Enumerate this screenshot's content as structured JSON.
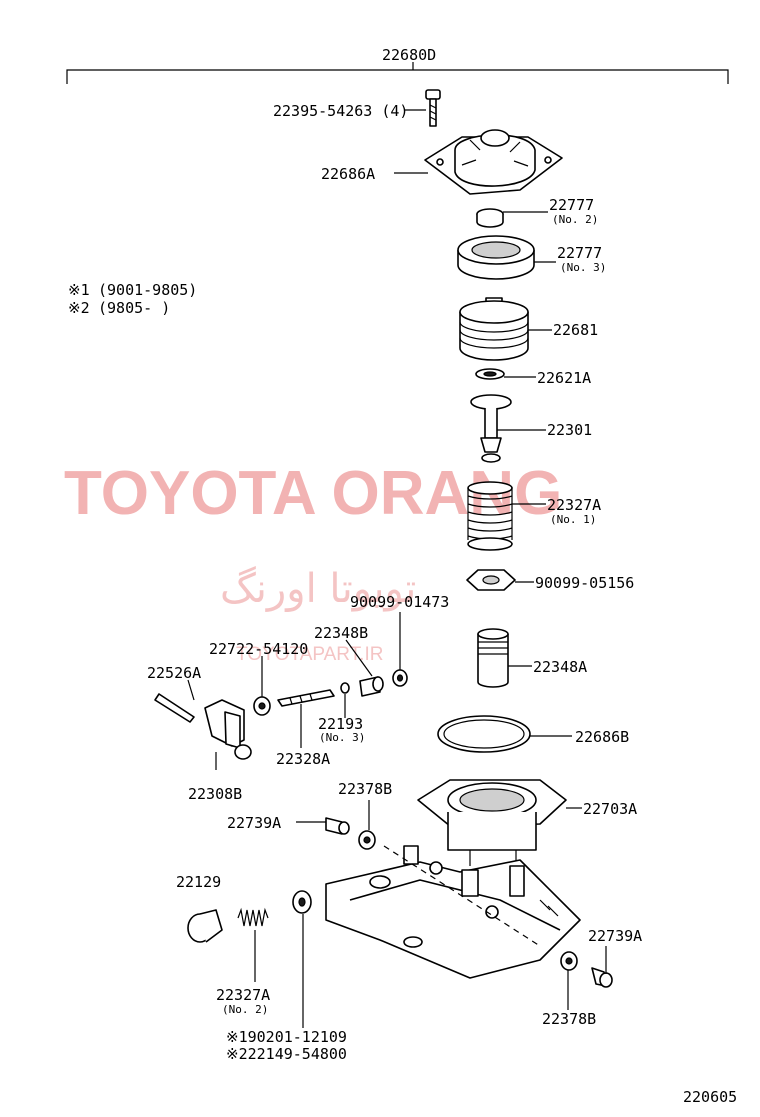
{
  "assembly": {
    "number": "22680D"
  },
  "legend": [
    {
      "mark": "※1",
      "range": "(9001-9805)"
    },
    {
      "mark": "※2",
      "range": "(9805-       )"
    }
  ],
  "watermark": {
    "latin": "TOYOTA ORANG",
    "arabic": "تويوتا اورنگ",
    "url": "TOYOTAPART.IR"
  },
  "parts": [
    {
      "id": "p-22395",
      "label": "22395-54263 (4)",
      "note": ""
    },
    {
      "id": "p-22686A",
      "label": "22686A",
      "note": ""
    },
    {
      "id": "p-22777-no2",
      "label": "22777",
      "note": "(No. 2)"
    },
    {
      "id": "p-22777-no3",
      "label": "22777",
      "note": "(No. 3)"
    },
    {
      "id": "p-22681",
      "label": "22681",
      "note": ""
    },
    {
      "id": "p-22621A",
      "label": "22621A",
      "note": ""
    },
    {
      "id": "p-22301",
      "label": "22301",
      "note": ""
    },
    {
      "id": "p-22327A-no1",
      "label": "22327A",
      "note": "(No. 1)"
    },
    {
      "id": "p-90099-05156",
      "label": "90099-05156",
      "note": ""
    },
    {
      "id": "p-90099-01473",
      "label": "90099-01473",
      "note": ""
    },
    {
      "id": "p-22348B",
      "label": "22348B",
      "note": ""
    },
    {
      "id": "p-22722-54120",
      "label": "22722-54120",
      "note": ""
    },
    {
      "id": "p-22526A",
      "label": "22526A",
      "note": ""
    },
    {
      "id": "p-22348A",
      "label": "22348A",
      "note": ""
    },
    {
      "id": "p-22193",
      "label": "22193",
      "note": "(No. 3)"
    },
    {
      "id": "p-22328A",
      "label": "22328A",
      "note": ""
    },
    {
      "id": "p-22686B",
      "label": "22686B",
      "note": ""
    },
    {
      "id": "p-22308B",
      "label": "22308B",
      "note": ""
    },
    {
      "id": "p-22378B-top",
      "label": "22378B",
      "note": ""
    },
    {
      "id": "p-22703A",
      "label": "22703A",
      "note": ""
    },
    {
      "id": "p-22739A-left",
      "label": "22739A",
      "note": ""
    },
    {
      "id": "p-22129",
      "label": "22129",
      "note": ""
    },
    {
      "id": "p-22739A-right",
      "label": "22739A",
      "note": ""
    },
    {
      "id": "p-22327A-no2",
      "label": "22327A",
      "note": "(No. 2)"
    },
    {
      "id": "p-22378B-bottom",
      "label": "22378B",
      "note": ""
    }
  ],
  "variant_parts": [
    {
      "label": "※190201-12109"
    },
    {
      "label": "※222149-54800"
    }
  ],
  "figure_number": "220605"
}
